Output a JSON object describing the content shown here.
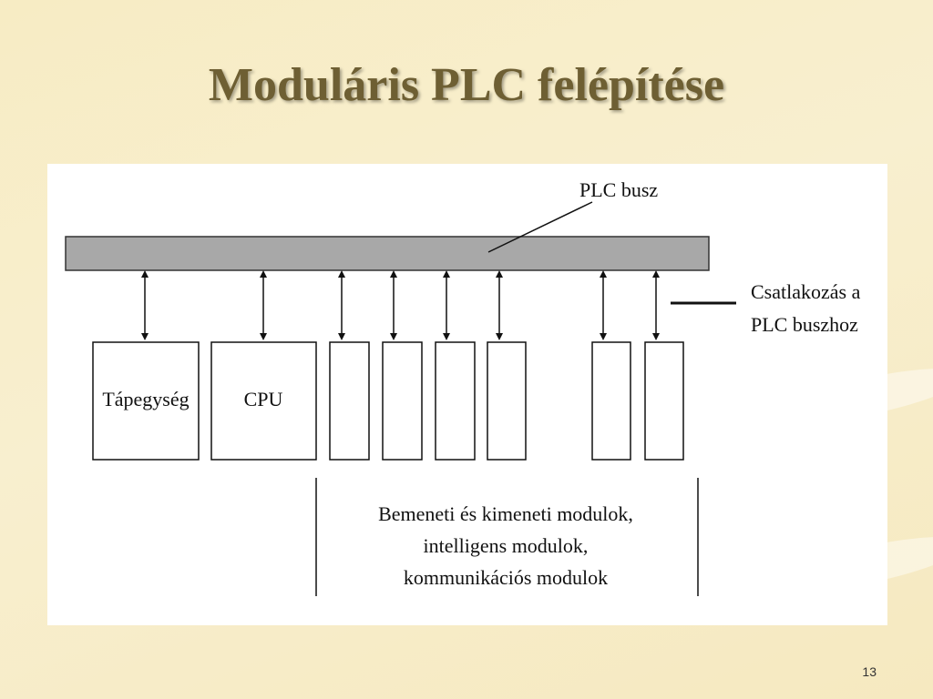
{
  "slide": {
    "title": "Moduláris PLC felépítése",
    "page_number": "13"
  },
  "diagram": {
    "bus_label": "PLC busz",
    "connection_label_line1": "Csatlakozás a",
    "connection_label_line2": "PLC buszhoz",
    "modules": {
      "power_supply": "Tápegység",
      "cpu": "CPU"
    },
    "io_caption_line1": "Bemeneti és kimeneti modulok,",
    "io_caption_line2": "intelligens modulok,",
    "io_caption_line3": "kommunikációs modulok"
  },
  "colors": {
    "title": "#6e5f33",
    "bus_fill": "#a8a8a8",
    "background": "#f7ecc4"
  }
}
